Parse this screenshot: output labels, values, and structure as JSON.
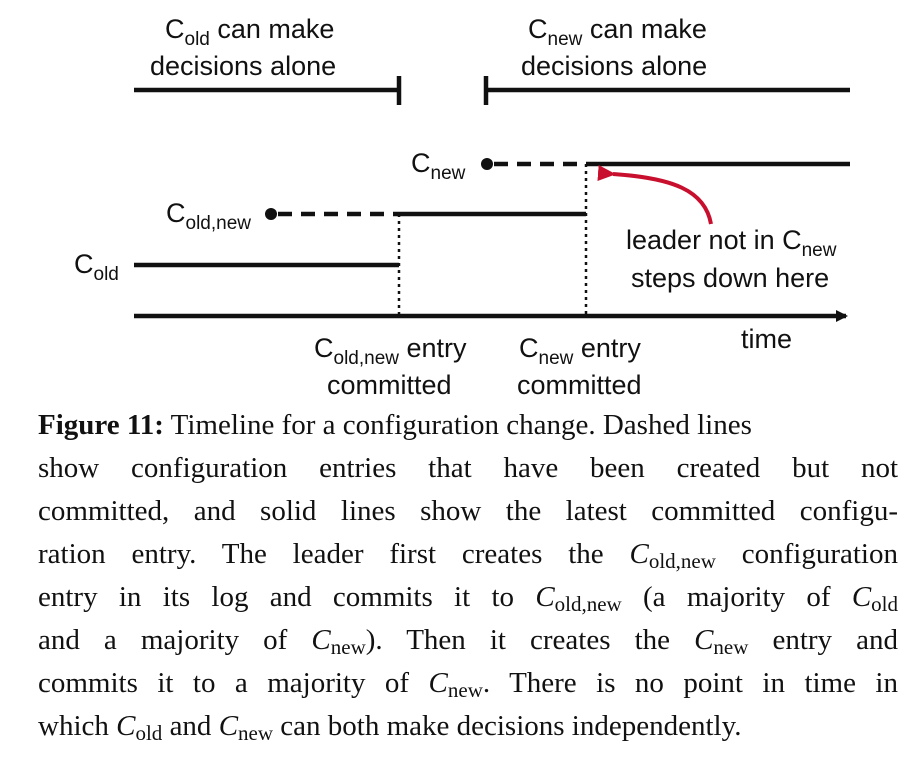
{
  "diagram": {
    "top_left_label": {
      "base": "C",
      "sub": "old",
      "rest": " can make",
      "line2": "decisions alone"
    },
    "top_right_label": {
      "base": "C",
      "sub": "new",
      "rest": " can make",
      "line2": "decisions alone"
    },
    "c_new_label": {
      "base": "C",
      "sub": "new"
    },
    "c_oldnew_label": {
      "base": "C",
      "sub": "old,new"
    },
    "c_old_label": {
      "base": "C",
      "sub": "old"
    },
    "annotation": {
      "line1_text": "leader not in C",
      "line1_sub": "new",
      "line2": "steps down here"
    },
    "axis_label": "time",
    "event1": {
      "base": "C",
      "sub": "old,new",
      "rest": " entry",
      "line2": "committed"
    },
    "event2": {
      "base": "C",
      "sub": "new",
      "rest": " entry",
      "line2": "committed"
    },
    "colors": {
      "ink": "#111111",
      "annotation_arrow": "#c8102e"
    }
  },
  "caption": {
    "figure_label": "Figure 11:",
    "l1": " Timeline for a configuration change. Dashed lines",
    "l2": "show configuration entries that have been created but not",
    "l3": "committed, and solid lines show the latest committed configu-",
    "l4a": "ration entry. The leader first creates the ",
    "l4b": " configuration",
    "l5a": "entry in its log and commits it to ",
    "l5b": " (a majority of ",
    "l6a": "and a majority of ",
    "l6b": "). Then it creates the ",
    "l6c": " entry and",
    "l7a": "commits it to a majority of ",
    "l7b": ". There is no point in time in",
    "l8a": "which ",
    "l8b": " and ",
    "l8c": " can both make decisions independently.",
    "sym_C": "C",
    "sub_oldnew": "old,new",
    "sub_old": "old",
    "sub_new": "new"
  }
}
